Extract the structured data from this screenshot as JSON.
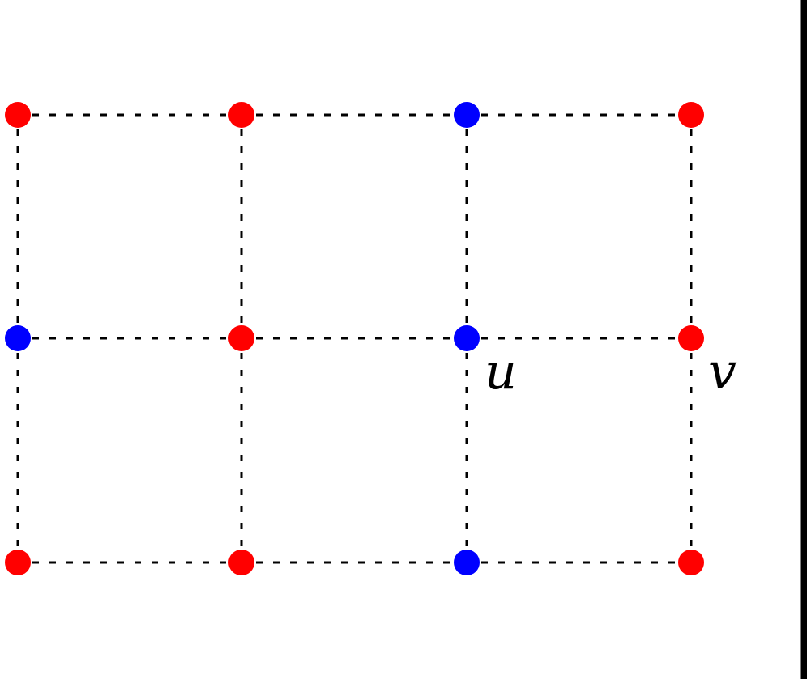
{
  "grid": {
    "columns": 4,
    "rows": 3,
    "colors": {
      "red": "#ff0000",
      "blue": "#0000ff",
      "edge": "#000000"
    },
    "vertices": [
      {
        "row": 0,
        "col": 0,
        "color": "red"
      },
      {
        "row": 0,
        "col": 1,
        "color": "red"
      },
      {
        "row": 0,
        "col": 2,
        "color": "blue"
      },
      {
        "row": 0,
        "col": 3,
        "color": "red"
      },
      {
        "row": 1,
        "col": 0,
        "color": "blue"
      },
      {
        "row": 1,
        "col": 1,
        "color": "red"
      },
      {
        "row": 1,
        "col": 2,
        "color": "blue",
        "label": "u"
      },
      {
        "row": 1,
        "col": 3,
        "color": "red",
        "label": "v"
      },
      {
        "row": 2,
        "col": 0,
        "color": "red"
      },
      {
        "row": 2,
        "col": 1,
        "color": "red"
      },
      {
        "row": 2,
        "col": 2,
        "color": "blue"
      },
      {
        "row": 2,
        "col": 3,
        "color": "red"
      }
    ],
    "edge_style": "dashed"
  },
  "labels": {
    "u": "u",
    "v": "v"
  },
  "right_border": {
    "color": "#000000"
  }
}
